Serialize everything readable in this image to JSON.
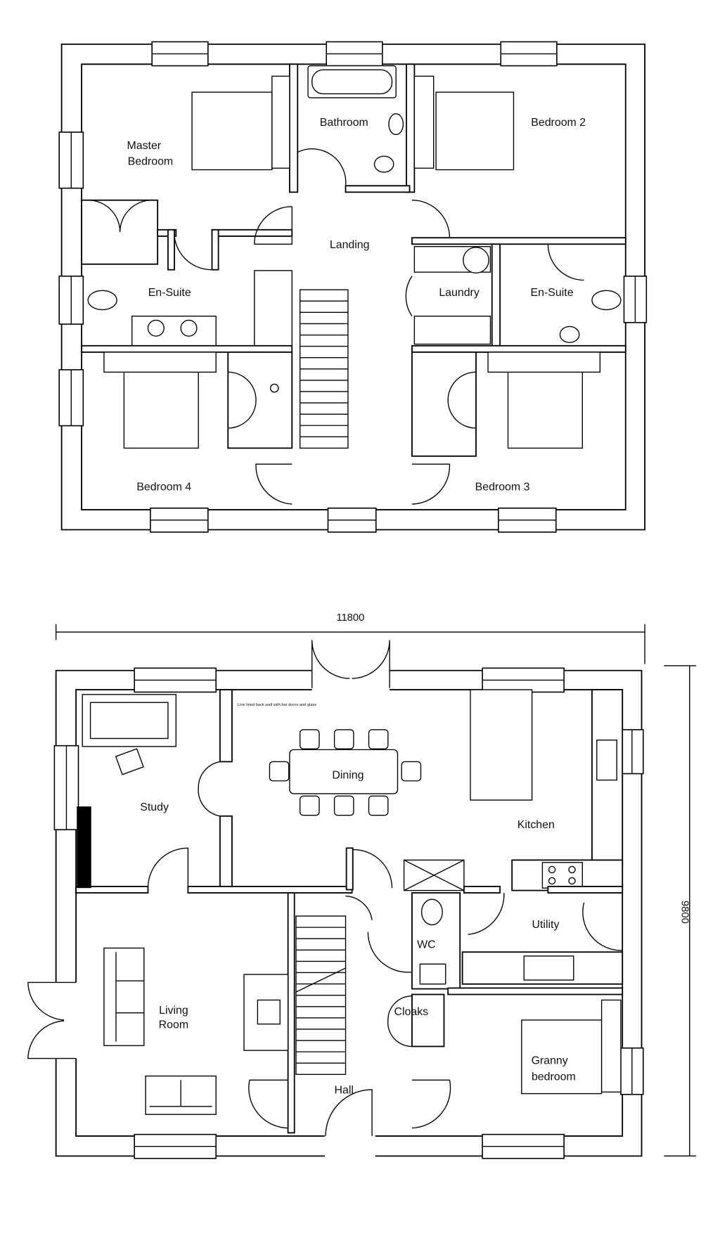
{
  "upper_floor": {
    "rooms": {
      "master_bedroom_1": "Master",
      "master_bedroom_2": "Bedroom",
      "bathroom": "Bathroom",
      "bedroom_2": "Bedroom 2",
      "landing": "Landing",
      "en_suite_left": "En-Suite",
      "laundry": "Laundry",
      "en_suite_right": "En-Suite",
      "bedroom_4": "Bedroom 4",
      "bedroom_3": "Bedroom 3"
    }
  },
  "ground_floor": {
    "rooms": {
      "study": "Study",
      "dining": "Dining",
      "kitchen": "Kitchen",
      "utility": "Utility",
      "wc": "WC",
      "living_room_1": "Living",
      "living_room_2": "Room",
      "cloaks": "Cloaks",
      "granny_bedroom_1": "Granny",
      "granny_bedroom_2": "bedroom",
      "hall": "Hall"
    },
    "note": "Line lined back wall with bar doors and glass",
    "dimensions": {
      "width": "11800",
      "depth": "9800"
    }
  }
}
